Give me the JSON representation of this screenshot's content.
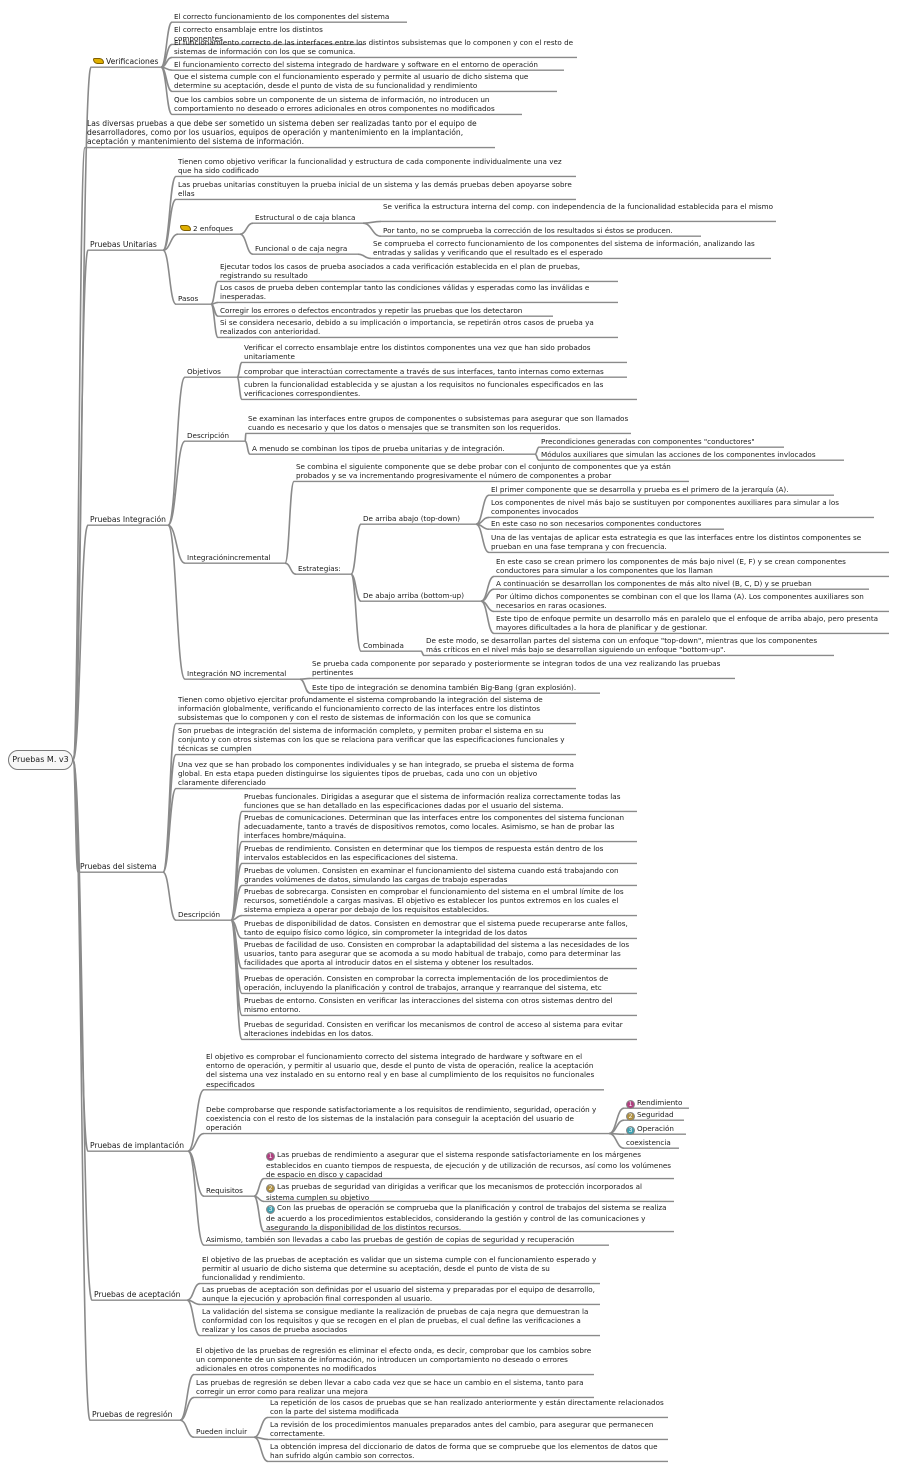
{
  "root": "Pruebas M. v3",
  "branches": [
    {
      "label": "Verificaciones",
      "icon": "pencil-icon",
      "children": [
        {
          "label": "El correcto funcionamiento de los componentes del sistema"
        },
        {
          "label": "El correcto ensamblaje entre los distintos componentes"
        },
        {
          "label": "El funcionamiento correcto de las interfaces entre los distintos subsistemas que lo componen y con el resto de sistemas de información con los que se comunica."
        },
        {
          "label": "El funcionamiento correcto del sistema integrado de hardware y software en el entorno de operación"
        },
        {
          "label": "Que el sistema cumple con el funcionamiento esperado y permite al usuario de dicho sistema que determine su aceptación, desde el punto de vista de su funcionalidad y rendimiento"
        },
        {
          "label": "Que los cambios sobre un componente de un sistema de información, no introducen un comportamiento no deseado o errores adicionales en otros componentes no modificados"
        }
      ]
    },
    {
      "label": "Las diversas pruebas a que debe ser sometido un sistema deben ser realizadas tanto por el equipo de desarrolladores, como por los usuarios, equipos de operación y mantenimiento en la implantación, aceptación y mantenimiento del sistema de información."
    },
    {
      "label": "Pruebas Unitarias",
      "children": [
        {
          "label": "Tienen como objetivo verificar la funcionalidad y estructura de cada componente individualmente una vez que ha sido codificado"
        },
        {
          "label": "Las pruebas unitarias constituyen la prueba inicial de un sistema y las demás pruebas deben apoyarse sobre ellas"
        },
        {
          "label": "2 enfoques",
          "icon": "pencil-icon",
          "children": [
            {
              "label": "Estructural o de caja blanca",
              "children": [
                {
                  "label": "Se verifica la estructura interna del comp. con independencia de la funcionalidad establecida para el mismo"
                },
                {
                  "label": "Por tanto, no se comprueba la corrección de los resultados si éstos se producen."
                }
              ]
            },
            {
              "label": "Funcional o de caja negra",
              "children": [
                {
                  "label": "Se comprueba el correcto funcionamiento de los componentes del sistema de información, analizando las entradas y salidas y verificando que el resultado es el esperado"
                }
              ]
            }
          ]
        },
        {
          "label": "Pasos",
          "children": [
            {
              "label": "Ejecutar todos los casos de prueba asociados a cada verificación establecida en el plan de pruebas, registrando su resultado"
            },
            {
              "label": "Los casos de prueba deben contemplar tanto las condiciones válidas y esperadas como las inválidas e inesperadas."
            },
            {
              "label": "Corregir los errores o defectos encontrados y repetir las pruebas que los detectaron"
            },
            {
              "label": "Si se considera necesario, debido a su implicación o importancia, se repetirán otros casos de prueba ya realizados con anterioridad."
            }
          ]
        }
      ]
    },
    {
      "label": "Pruebas Integración",
      "children": [
        {
          "label": "Objetivos",
          "children": [
            {
              "label": "Verificar el correcto ensamblaje entre los distintos componentes una vez que han sido probados unitariamente"
            },
            {
              "label": "comprobar que interactúan correctamente a través de sus interfaces, tanto internas como externas"
            },
            {
              "label": "cubren la funcionalidad establecida y se ajustan a los requisitos no funcionales especificados en las verificaciones correspondientes."
            }
          ]
        },
        {
          "label": "Descripción",
          "children": [
            {
              "label": "Se examinan las interfaces entre grupos de componentes o subsistemas para asegurar que son llamados cuando es necesario y que los datos o mensajes que se transmiten son los requeridos."
            },
            {
              "label": "A menudo se combinan los tipos de prueba unitarias y de integración.",
              "children": [
                {
                  "label": "Precondiciones generadas con componentes \"conductores\""
                },
                {
                  "label": "Módulos auxiliares que simulan las acciones de los componentes invlocados"
                }
              ]
            }
          ]
        },
        {
          "label": "Integraciónincremental",
          "children": [
            {
              "label": "Se combina el siguiente componente que se debe probar con el conjunto de componentes que ya están probados y se va incrementando progresivamente el número de componentes a probar"
            },
            {
              "label": "Estrategias:",
              "children": [
                {
                  "label": "De arriba abajo (top-down)",
                  "children": [
                    {
                      "label": "El primer componente que se desarrolla y prueba es el primero de la jerarquía (A)."
                    },
                    {
                      "label": "Los componentes de nivel más bajo se sustituyen por componentes auxiliares para simular a los componentes invocados"
                    },
                    {
                      "label": "En este caso no son necesarios componentes conductores"
                    },
                    {
                      "label": "Una de las ventajas de aplicar esta estrategia es que las interfaces entre los distintos componentes se prueban en una fase temprana y con frecuencia."
                    }
                  ]
                },
                {
                  "label": "De abajo arriba (bottom-up)",
                  "children": [
                    {
                      "label": "En este caso se crean primero los componentes de más bajo nivel (E, F) y se crean componentes conductores para simular a los componentes que los llaman"
                    },
                    {
                      "label": "A continuación se desarrollan los componentes de más alto nivel (B, C, D) y se prueban"
                    },
                    {
                      "label": "Por último dichos componentes se combinan con el que los llama (A). Los componentes auxiliares son necesarios en raras ocasiones."
                    },
                    {
                      "label": "Este tipo de enfoque permite un desarrollo más en paralelo que el enfoque de arriba abajo, pero presenta mayores dificultades a la hora de planificar y de gestionar."
                    }
                  ]
                },
                {
                  "label": "Combinada",
                  "children": [
                    {
                      "label": "De este modo, se desarrollan partes del sistema con un enfoque \"top-down\", mientras que los componentes más críticos en el nivel más bajo se desarrollan siguiendo un enfoque \"bottom-up\"."
                    }
                  ]
                }
              ]
            }
          ]
        },
        {
          "label": "Integración NO incremental",
          "children": [
            {
              "label": "Se prueba cada componente por separado y posteriormente se integran todos de una vez realizando las pruebas pertinentes"
            },
            {
              "label": "Este tipo de integración se denomina también Big-Bang (gran explosión)."
            }
          ]
        }
      ]
    },
    {
      "label": "Pruebas del sistema",
      "children": [
        {
          "label": "Tienen como objetivo ejercitar profundamente el sistema comprobando la integración del sistema de información globalmente, verificando el funcionamiento correcto de las interfaces entre los distintos subsistemas que lo componen y con el resto de sistemas de información con los que se comunica"
        },
        {
          "label": "Son pruebas de integración del sistema de información completo, y permiten probar el sistema en su conjunto y con otros sistemas con los que se relaciona para verificar que las especificaciones funcionales y técnicas se cumplen"
        },
        {
          "label": "Una vez que se han probado los componentes individuales y se han integrado, se prueba el sistema de forma global. En esta etapa pueden distinguirse los siguientes tipos de pruebas, cada uno con un objetivo claramente diferenciado"
        },
        {
          "label": "Descripción",
          "children": [
            {
              "label": "Pruebas funcionales. Dirigidas a asegurar que el sistema de información realiza correctamente todas las funciones que se han detallado en las especificaciones dadas por el usuario del sistema."
            },
            {
              "label": "Pruebas de comunicaciones. Determinan que las interfaces entre los componentes del sistema funcionan adecuadamente, tanto a través de dispositivos remotos, como locales. Asimismo, se han de probar las interfaces hombre/máquina."
            },
            {
              "label": "Pruebas de rendimiento. Consisten en determinar que los tiempos de respuesta están dentro de los intervalos establecidos en las especificaciones del sistema."
            },
            {
              "label": "Pruebas de volumen. Consisten en examinar el funcionamiento del sistema cuando está trabajando con grandes volúmenes de datos, simulando las cargas de trabajo esperadas"
            },
            {
              "label": "Pruebas de sobrecarga. Consisten en comprobar el funcionamiento del sistema en el umbral límite de los recursos, sometiéndole a cargas masivas. El objetivo es establecer los puntos extremos en los cuales el sistema empieza a operar por debajo de los requisitos establecidos."
            },
            {
              "label": "Pruebas de disponibilidad de datos. Consisten en demostrar que el sistema puede recuperarse ante fallos, tanto de equipo físico como lógico, sin comprometer la integridad de los datos"
            },
            {
              "label": "Pruebas de facilidad de uso. Consisten en comprobar la adaptabilidad del sistema a las necesidades de los usuarios, tanto para asegurar que se acomoda a su modo habitual de trabajo, como para determinar las facilidades que aporta al introducir datos en el sistema y obtener los resultados."
            },
            {
              "label": "Pruebas de operación. Consisten en comprobar la correcta implementación de los procedimientos de operación, incluyendo la planificación y control de trabajos, arranque y rearranque del sistema, etc"
            },
            {
              "label": "Pruebas de entorno. Consisten en verificar las interacciones del sistema con otros sistemas dentro del mismo entorno."
            },
            {
              "label": "Pruebas de seguridad. Consisten en verificar los mecanismos de control de acceso al sistema para evitar alteraciones indebidas en los datos."
            }
          ]
        }
      ]
    },
    {
      "label": "Pruebas de implantación",
      "children": [
        {
          "label": "El objetivo es comprobar el funcionamiento correcto del sistema integrado de hardware y software en el entorno de operación, y permitir al usuario que, desde el punto de vista de operación, realice la aceptación del sistema una vez instalado en su entorno real y en base al cumplimiento de los requisitos no funcionales especificados"
        },
        {
          "label": "Debe comprobarse que responde satisfactoriamente a los requisitos de rendimiento, seguridad, operación y coexistencia con el resto de los sistemas de la instalación para conseguir la aceptación del usuario de operación",
          "children": [
            {
              "label": "Rendimiento",
              "icon": "priority-1-icon"
            },
            {
              "label": "Seguridad",
              "icon": "priority-2-icon"
            },
            {
              "label": "Operación",
              "icon": "priority-3-icon"
            },
            {
              "label": "coexistencia"
            }
          ]
        },
        {
          "label": "Requisitos",
          "children": [
            {
              "label": "Las pruebas de rendimiento a asegurar que el sistema responde satisfactoriamente en los márgenes establecidos en cuanto tiempos de respuesta, de ejecución y de utilización de recursos, así como los volúmenes de espacio en disco y capacidad",
              "icon": "priority-1-icon"
            },
            {
              "label": "Las pruebas de seguridad van dirigidas a verificar que los mecanismos de protección incorporados al sistema cumplen su objetivo",
              "icon": "priority-2-icon"
            },
            {
              "label": "Con las pruebas de operación se comprueba que la planificación y control de trabajos del sistema se realiza de acuerdo a los procedimientos establecidos, considerando la gestión y control de las comunicaciones y asegurando la disponibilidad de los distintos recursos.",
              "icon": "priority-3-icon"
            }
          ]
        },
        {
          "label": "Asimismo, también son llevadas a cabo las pruebas de gestión de copias de seguridad y recuperación"
        }
      ]
    },
    {
      "label": "Pruebas de aceptación",
      "children": [
        {
          "label": "El objetivo de las pruebas de aceptación es validar que un sistema cumple con el funcionamiento esperado y permitir al usuario de dicho sistema que determine su aceptación, desde el punto de vista de su funcionalidad y rendimiento."
        },
        {
          "label": "Las pruebas de aceptación son definidas por el usuario del sistema y preparadas por el equipo de desarrollo, aunque la ejecución y aprobación final corresponden al usuario."
        },
        {
          "label": "La validación del sistema se consigue mediante la realización de pruebas de caja negra que demuestran la conformidad con los requisitos y que se recogen en el plan de pruebas, el cual define las verificaciones a realizar y los casos de prueba asociados"
        }
      ]
    },
    {
      "label": "Pruebas de regresión",
      "children": [
        {
          "label": "El objetivo de las pruebas de regresión es eliminar el efecto onda, es decir, comprobar que los cambios sobre un componente de un sistema de información, no introducen un comportamiento no deseado o errores adicionales en otros componentes no modificados"
        },
        {
          "label": "Las pruebas de regresión se deben llevar a cabo cada vez que se hace un cambio en el sistema, tanto para corregir un error como para realizar una mejora"
        },
        {
          "label": "Pueden incluir",
          "children": [
            {
              "label": "La repetición de los casos de pruebas que se han realizado anteriormente y están directamente relacionados con la parte del sistema modificada"
            },
            {
              "label": "La revisión de los procedimientos manuales preparados antes del cambio, para asegurar que permanecen correctamente."
            },
            {
              "label": "La obtención impresa del diccionario de datos de forma que se compruebe que los elementos de datos que han sufrido algún cambio son correctos."
            }
          ]
        }
      ]
    }
  ]
}
